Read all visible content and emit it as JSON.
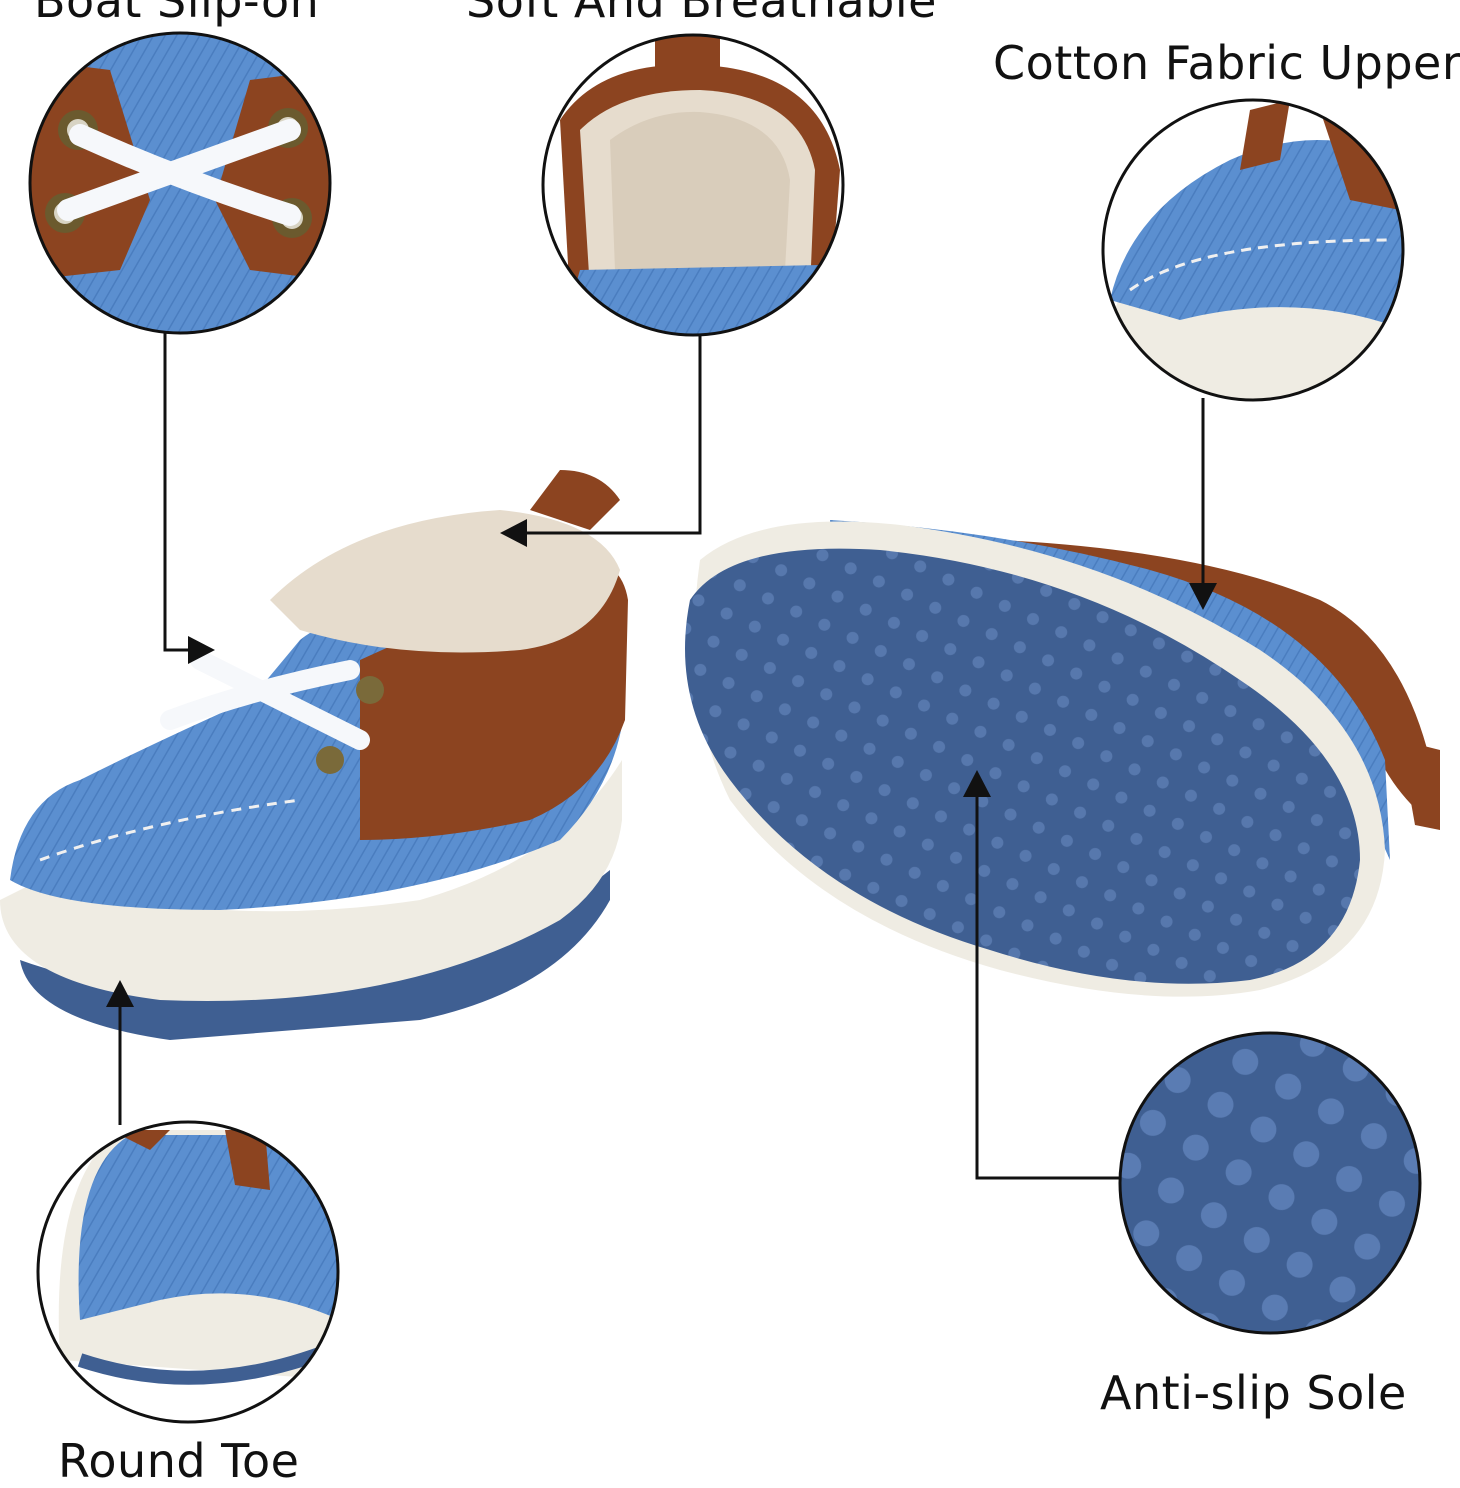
{
  "labels": {
    "boat_slip_on": "Boat Slip-on",
    "soft_breathable": "Soft And Breathable",
    "cotton_upper": "Cotton Fabric Upper",
    "anti_slip": "Anti-slip Sole",
    "round_toe": "Round Toe"
  },
  "colors": {
    "denim": "#5b8fd0",
    "denim_dark": "#3f6fb1",
    "leather": "#8c4420",
    "sole_white": "#efece3",
    "outsole": "#3f5f92",
    "lining": "#e6dccd",
    "lace": "#f6f8fb",
    "line": "#111111"
  }
}
